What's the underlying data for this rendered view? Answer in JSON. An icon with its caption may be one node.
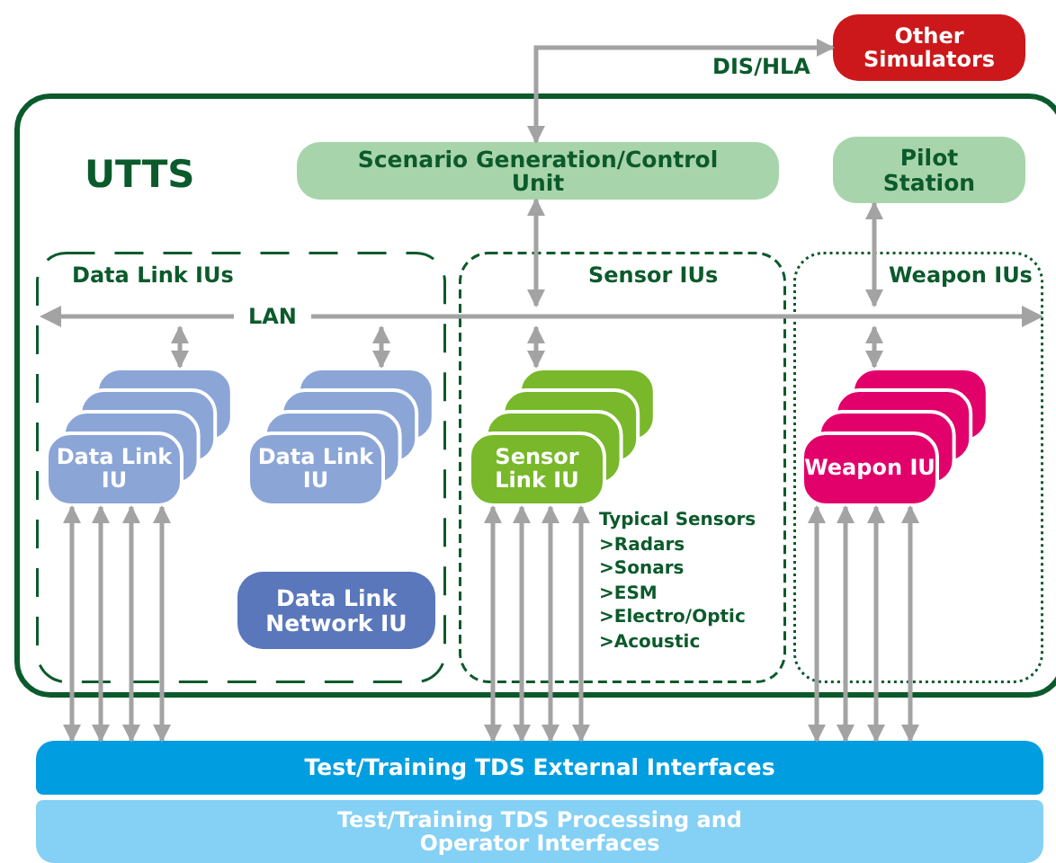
{
  "diagram": {
    "nodes": [
      {
        "text": [
          "Other Simulators"
        ]
      },
      {
        "text": [
          "UTTS"
        ]
      },
      {
        "text": [
          "Scenario Generation/Control Unit"
        ],
        "in": 1
      },
      {
        "text": [
          "Pilot Station"
        ],
        "in": 1
      },
      {
        "text": [
          "Data Link IUs"
        ],
        "in": 1
      },
      {
        "text": [
          "Sensor IUs"
        ],
        "in": 1
      },
      {
        "text": [
          "Weapon IUs"
        ],
        "in": 1
      },
      {
        "text": [
          "LAN"
        ],
        "in": 1
      },
      {
        "text": [
          "Data Link IU"
        ],
        "in": 4
      },
      {
        "text": [
          "Data Link IU"
        ],
        "in": 4
      },
      {
        "text": [
          "Data Link Network IU"
        ],
        "in": 4
      },
      {
        "text": [
          "Sensor Link IU"
        ],
        "in": 5,
        "beside": [
          "Typical Sensors",
          ">Radars",
          ">Sonars",
          ">ESM",
          ">Electro/Optic",
          ">Acoustic"
        ]
      },
      {
        "text": [
          "Weapon IU"
        ],
        "in": 6
      },
      {
        "text": [
          "Test/Training TDS External Interfaces"
        ]
      },
      {
        "text": [
          "Test/Training TDS Processing and Operator Interfaces"
        ]
      }
    ],
    "edges": [
      {
        "from": 2,
        "to": 0,
        "arrow": "both",
        "label": "DIS/HLA"
      },
      {
        "from": 2,
        "to": 7,
        "arrow": "both"
      },
      {
        "from": 3,
        "to": 7,
        "arrow": "both"
      },
      {
        "from": 7,
        "to": 8,
        "arrow": "both"
      },
      {
        "from": 7,
        "to": 9,
        "arrow": "both"
      },
      {
        "from": 7,
        "to": 11,
        "arrow": "both"
      },
      {
        "from": 7,
        "to": 12,
        "arrow": "both"
      },
      {
        "from": 8,
        "to": 13,
        "arrow": "both"
      },
      {
        "from": 8,
        "to": 13,
        "arrow": "both"
      },
      {
        "from": 8,
        "to": 13,
        "arrow": "both"
      },
      {
        "from": 8,
        "to": 13,
        "arrow": "both"
      },
      {
        "from": 11,
        "to": 13,
        "arrow": "both"
      },
      {
        "from": 11,
        "to": 13,
        "arrow": "both"
      },
      {
        "from": 11,
        "to": 13,
        "arrow": "both"
      },
      {
        "from": 11,
        "to": 13,
        "arrow": "both"
      },
      {
        "from": 12,
        "to": 13,
        "arrow": "both"
      },
      {
        "from": 12,
        "to": 13,
        "arrow": "both"
      },
      {
        "from": 12,
        "to": 13,
        "arrow": "both"
      },
      {
        "from": 12,
        "to": 13,
        "arrow": "both"
      }
    ]
  }
}
